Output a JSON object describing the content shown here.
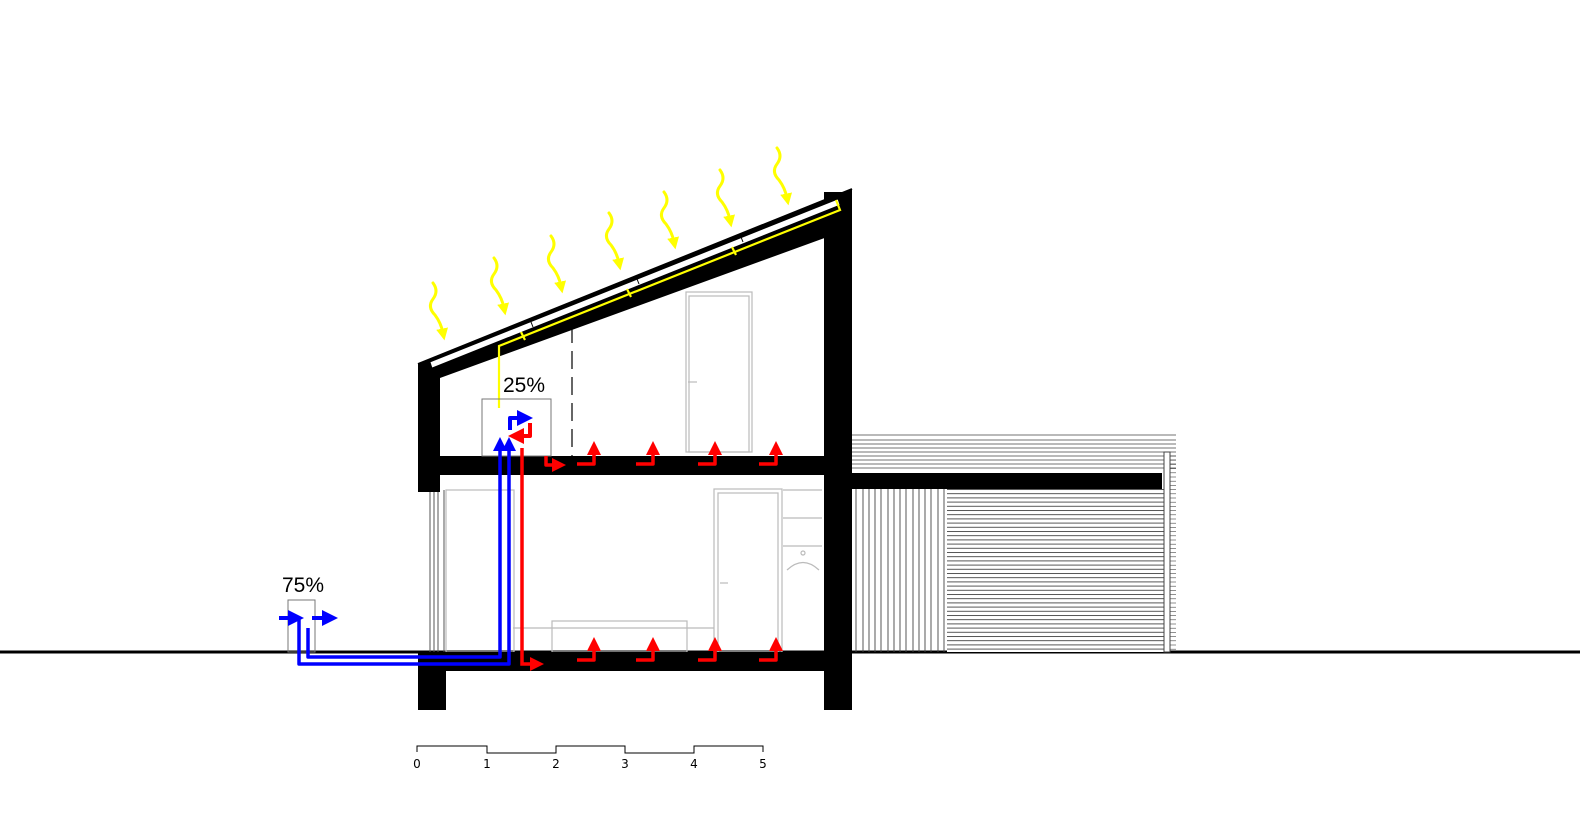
{
  "diagram": {
    "type": "architectural-section",
    "subject": "House cross-section with solar roof, heat pump ventilation and underfloor heating",
    "colors": {
      "structure": "#000000",
      "solar": "#ffff00",
      "cold_air": "#0000ff",
      "warm_air": "#ff0000",
      "furniture": "#bbbbbb",
      "background": "#ffffff"
    },
    "labels": {
      "upper_unit_percent": "25%",
      "outdoor_unit_percent": "75%"
    },
    "sun_rays": {
      "count": 7
    },
    "solar_panels": {
      "count": 4
    },
    "warm_air_outlets": {
      "upper_floor": 5,
      "ground_floor": 5
    },
    "scale_bar": {
      "ticks": [
        "0",
        "1",
        "2",
        "3",
        "4",
        "5"
      ]
    }
  }
}
